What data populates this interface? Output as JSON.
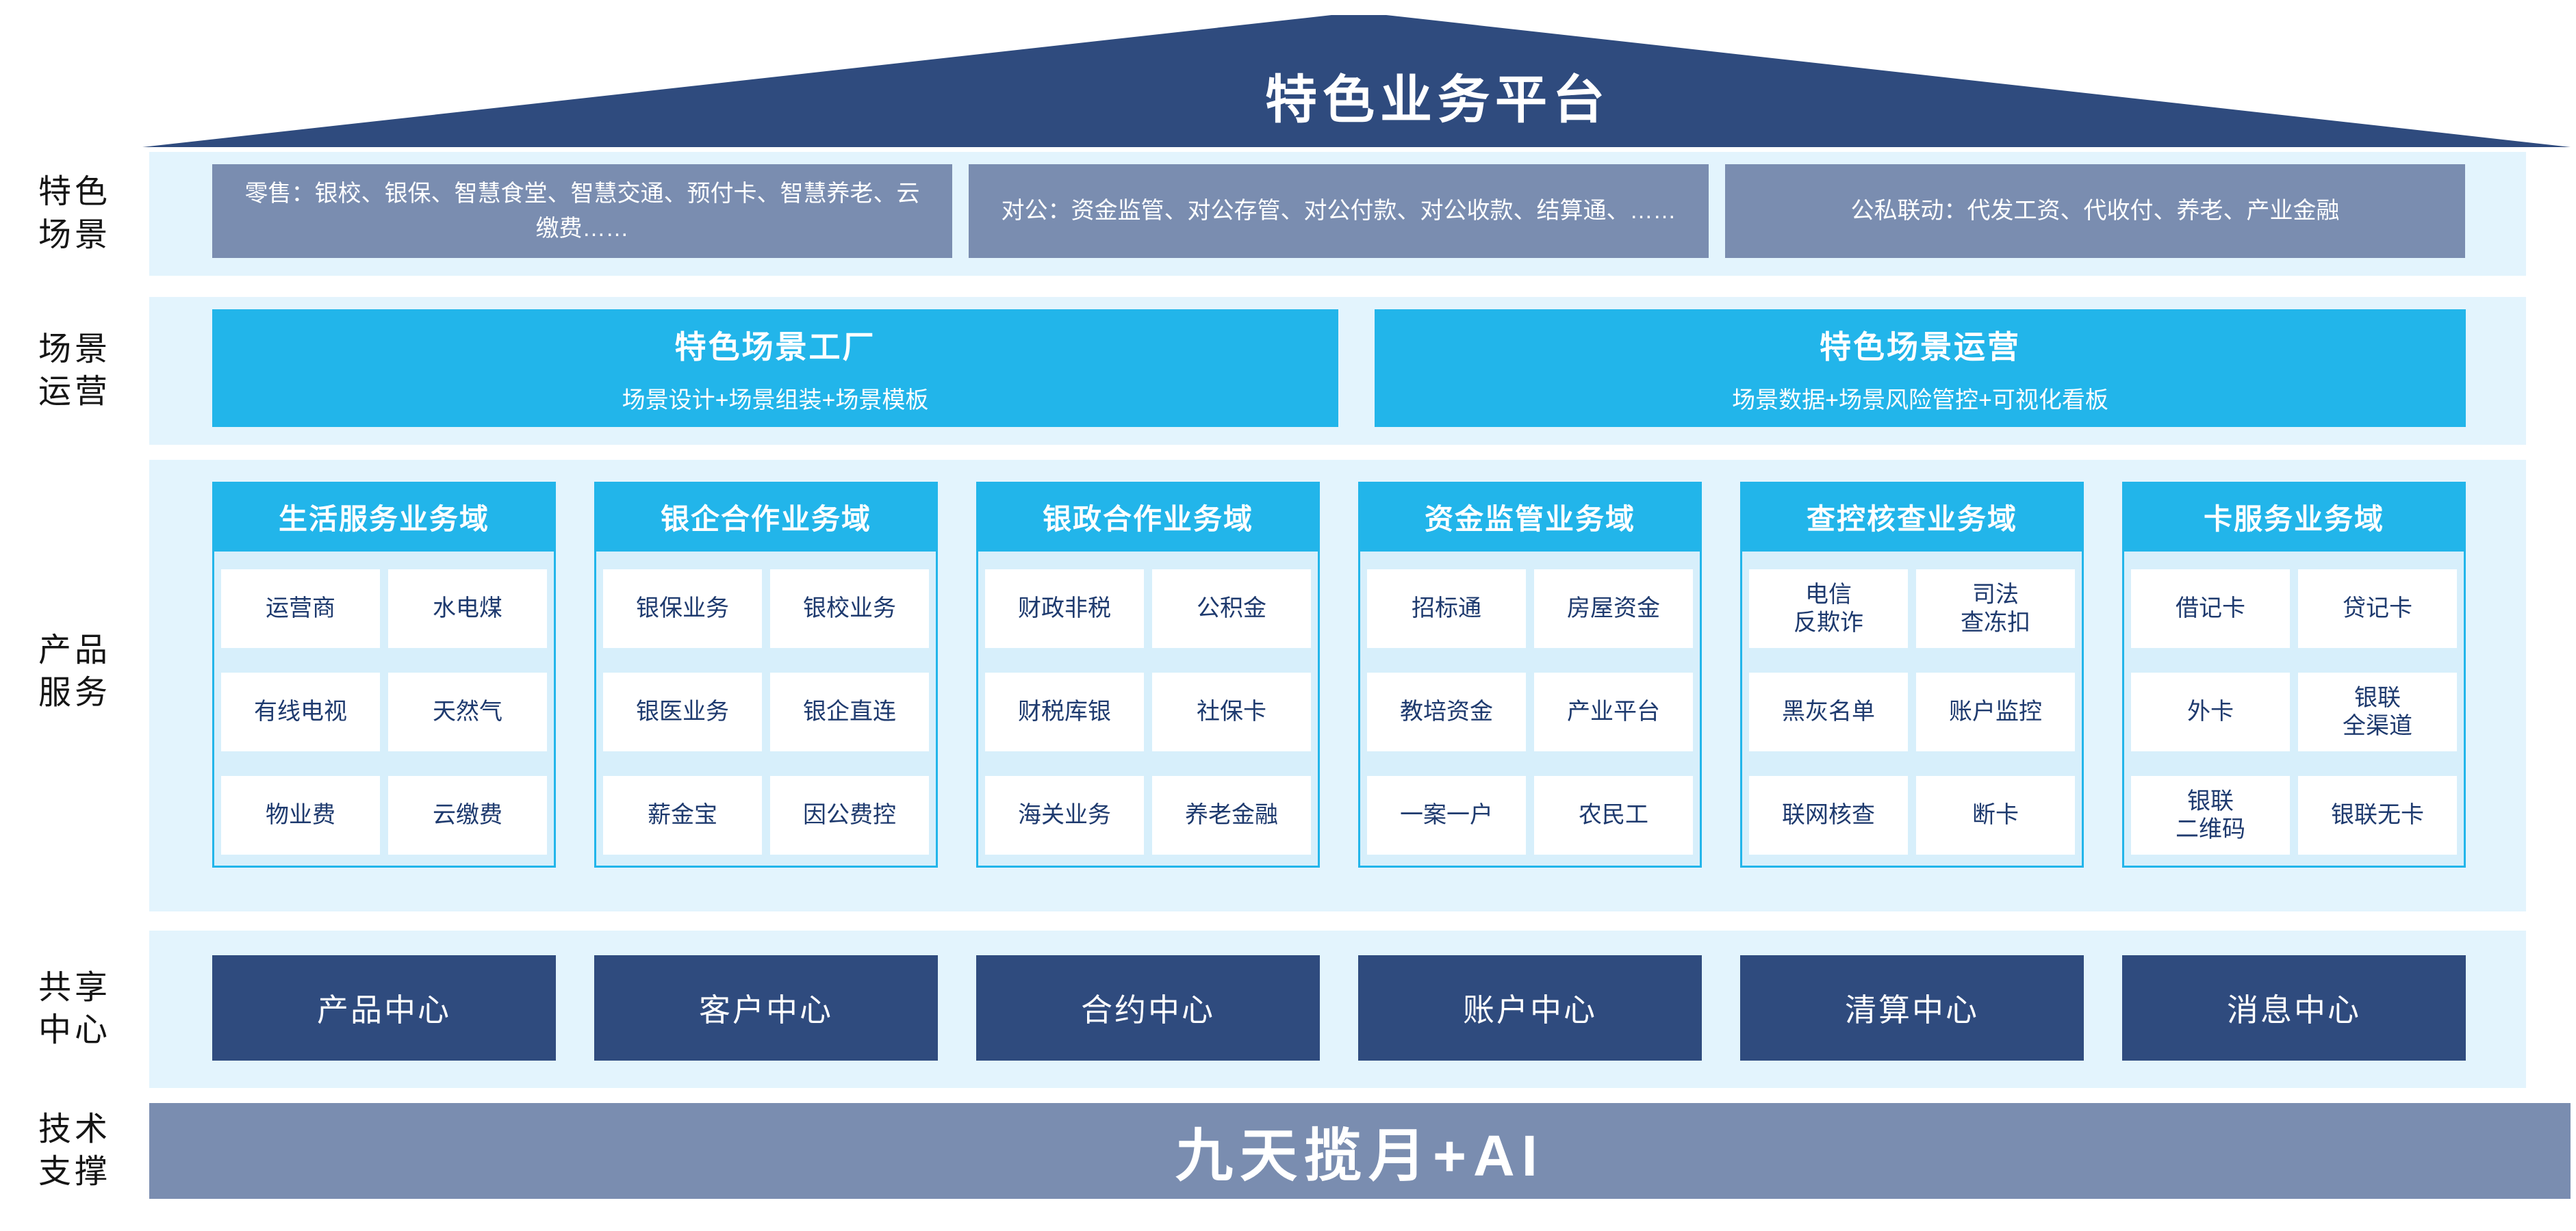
{
  "roof": {
    "title": "特色业务平台"
  },
  "colors": {
    "navy": "#2F4B7E",
    "slate_gray_blue": "#7A8DB0",
    "cyan_accent": "#22B5EA",
    "band_background": "#E3F4FD",
    "column_body_background": "#D7EFFB",
    "cell_text_navy": "#1E3A6E",
    "white": "#FFFFFF"
  },
  "sections": {
    "scene": {
      "label": "特色\n场景",
      "boxes": [
        "零售：银校、银保、智慧食堂、智慧交通、预付卡、智慧养老、云缴费……",
        "对公：资金监管、对公存管、对公付款、对公收款、结算通、……",
        "公私联动：代发工资、代收付、养老、产业金融"
      ]
    },
    "operation": {
      "label": "场景\n运营",
      "boxes": [
        {
          "title": "特色场景工厂",
          "subtitle": "场景设计+场景组装+场景模板"
        },
        {
          "title": "特色场景运营",
          "subtitle": "场景数据+场景风险管控+可视化看板"
        }
      ]
    },
    "product": {
      "label": "产品\n服务",
      "columns": [
        {
          "header": "生活服务业务域",
          "cells": [
            "运营商",
            "水电煤",
            "有线电视",
            "天然气",
            "物业费",
            "云缴费"
          ]
        },
        {
          "header": "银企合作业务域",
          "cells": [
            "银保业务",
            "银校业务",
            "银医业务",
            "银企直连",
            "薪金宝",
            "因公费控"
          ]
        },
        {
          "header": "银政合作业务域",
          "cells": [
            "财政非税",
            "公积金",
            "财税库银",
            "社保卡",
            "海关业务",
            "养老金融"
          ]
        },
        {
          "header": "资金监管业务域",
          "cells": [
            "招标通",
            "房屋资金",
            "教培资金",
            "产业平台",
            "一案一户",
            "农民工"
          ]
        },
        {
          "header": "查控核查业务域",
          "cells": [
            "电信\n反欺诈",
            "司法\n查冻扣",
            "黑灰名单",
            "账户监控",
            "联网核查",
            "断卡"
          ]
        },
        {
          "header": "卡服务业务域",
          "cells": [
            "借记卡",
            "贷记卡",
            "外卡",
            "银联\n全渠道",
            "银联\n二维码",
            "银联无卡"
          ]
        }
      ]
    },
    "shared": {
      "label": "共享\n中心",
      "centers": [
        "产品中心",
        "客户中心",
        "合约中心",
        "账户中心",
        "清算中心",
        "消息中心"
      ]
    },
    "tech": {
      "label": "技术\n支撑",
      "bar": "九天揽月+AI"
    }
  }
}
